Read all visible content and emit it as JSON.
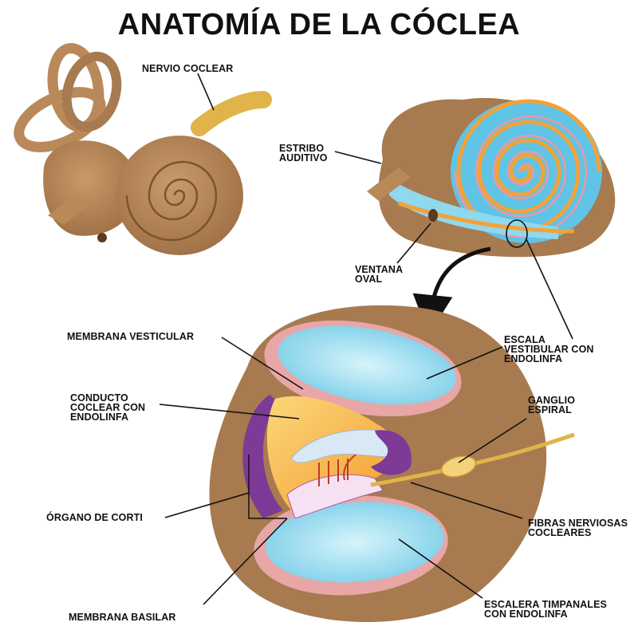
{
  "title": "ANATOMÍA DE LA CÓCLEA",
  "labels": {
    "nervio_coclear": "NERVIO COCLEAR",
    "estribo": "ESTRIBO\nAUDITIVO",
    "ventana_oval": "VENTANA\nOVAL",
    "membrana_vesticular": "MEMBRANA VESTICULAR",
    "escala_vestibular": "ESCALA\nVESTIBULAR CON\nENDOLINFA",
    "conducto_coclear": "CONDUCTO\nCOCLEAR CON\nENDOLINFA",
    "ganglio_espiral": "GANGLIO\nESPIRAL",
    "organo_corti": "ÓRGANO DE CORTI",
    "fibras_nerviosas": "FIBRAS NERVIOSAS\nCOCLEARES",
    "escalera_timpanales": "ESCALERA TIMPANALES\nCON ENDOLINFA",
    "membrana_basilar": "MEMBRANA BASILAR"
  },
  "colors": {
    "bone": "#a77a4f",
    "bone_dark": "#7a5432",
    "nerve": "#e0b44a",
    "scala_blue": "#8fd8ee",
    "scala_rim": "#e8a6a6",
    "duct_orange": "#f6b53a",
    "purple": "#7d3a96",
    "spiral_blue": "#5fc4e6",
    "spiral_orange": "#f2a23a"
  }
}
